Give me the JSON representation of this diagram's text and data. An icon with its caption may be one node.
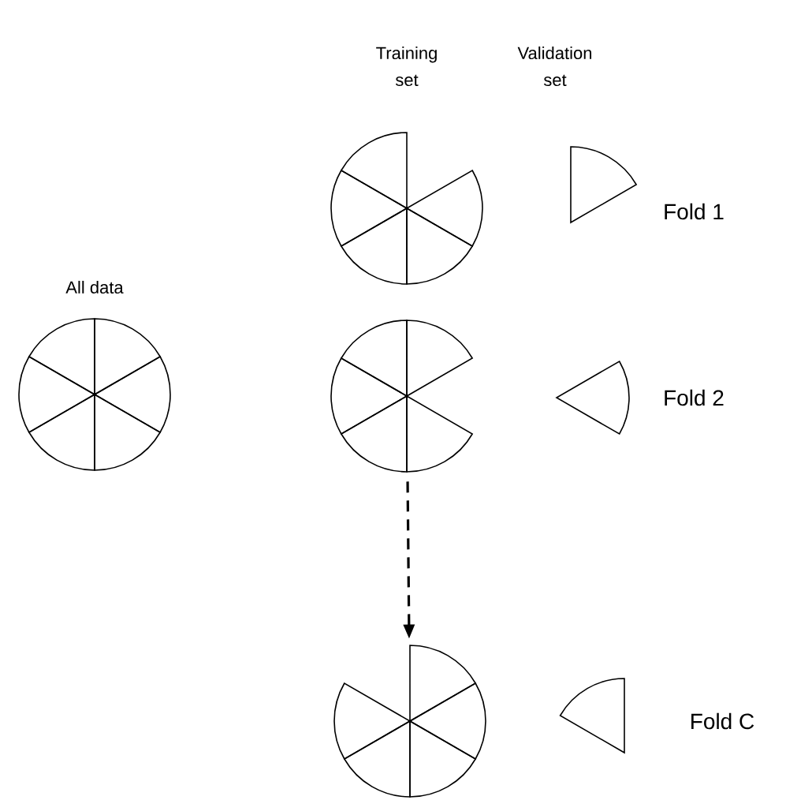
{
  "diagram": {
    "nodes": [
      {
        "text": [
          "All data"
        ]
      },
      {
        "text": [],
        "shape": "circle"
      },
      {
        "text": [],
        "shape": "circle"
      },
      {
        "text": [],
        "shape": "circle"
      },
      {
        "text": [],
        "shape": "wedge"
      },
      {
        "text": [],
        "shape": "wedge"
      },
      {
        "text": [],
        "shape": "wedge"
      }
    ],
    "edges": [
      {
        "from": 2,
        "to": 3,
        "arrow": "to",
        "style": "dashed"
      }
    ],
    "labels": [
      "Training set",
      "Validation set",
      "Fold 1",
      "Fold 2",
      "Fold C"
    ]
  }
}
